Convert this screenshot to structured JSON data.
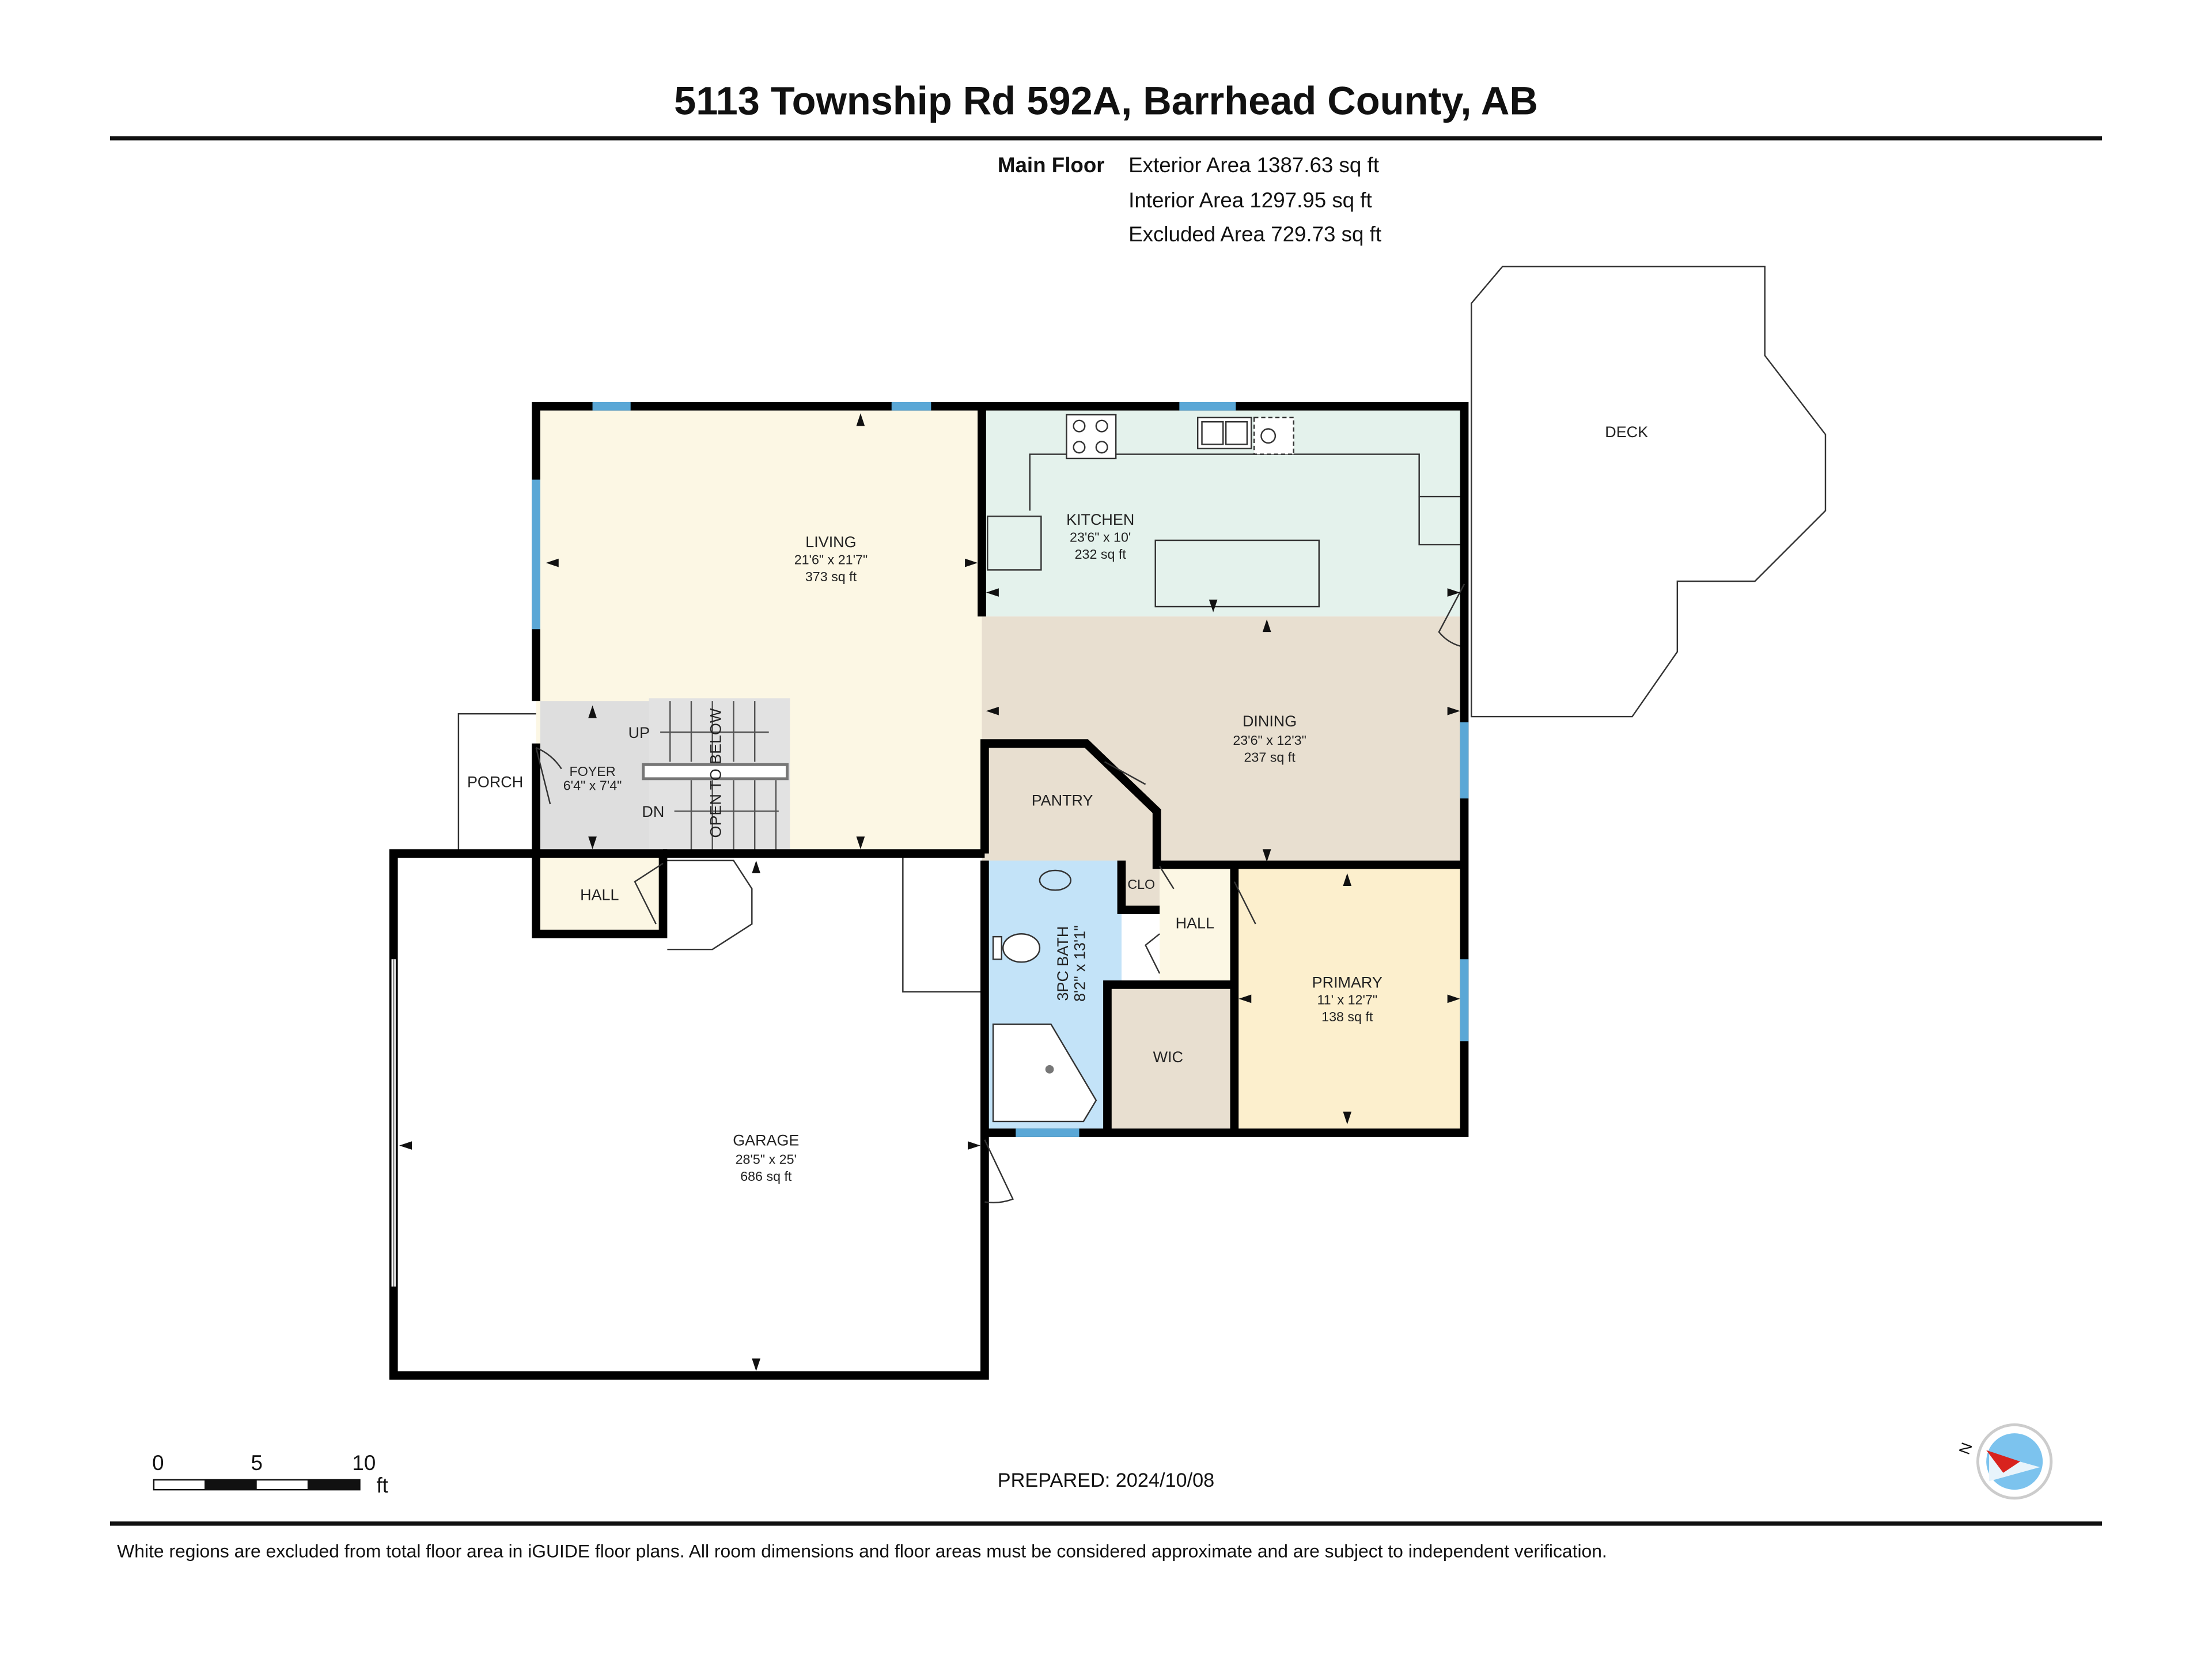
{
  "header": {
    "title": "5113 Township Rd 592A, Barrhead County, AB",
    "floor_label": "Main Floor",
    "exterior_area": "Exterior Area 1387.63 sq ft",
    "interior_area": "Interior Area 1297.95 sq ft",
    "excluded_area": "Excluded Area 729.73 sq ft"
  },
  "rooms": {
    "living": {
      "name": "LIVING",
      "dims": "21'6\" x 21'7\"",
      "area": "373 sq ft"
    },
    "kitchen": {
      "name": "KITCHEN",
      "dims": "23'6\" x 10'",
      "area": "232 sq ft"
    },
    "dining": {
      "name": "DINING",
      "dims": "23'6\" x 12'3\"",
      "area": "237 sq ft"
    },
    "foyer": {
      "name": "FOYER",
      "dims": "6'4\" x 7'4\""
    },
    "stairs": {
      "up": "UP",
      "down": "DN",
      "open": "OPEN TO BELOW"
    },
    "porch": {
      "name": "PORCH"
    },
    "pantry": {
      "name": "PANTRY"
    },
    "hall_left": {
      "name": "HALL"
    },
    "hall_right": {
      "name": "HALL"
    },
    "closet": {
      "name": "CLO"
    },
    "bath": {
      "name": "3PC BATH",
      "dims": "8'2\" x 13'1\""
    },
    "wic": {
      "name": "WIC"
    },
    "primary": {
      "name": "PRIMARY",
      "dims": "11' x 12'7\"",
      "area": "138 sq ft"
    },
    "garage": {
      "name": "GARAGE",
      "dims": "28'5\" x 25'",
      "area": "686 sq ft"
    },
    "deck": {
      "name": "DECK"
    }
  },
  "scale": {
    "t0": "0",
    "t5": "5",
    "t10": "10",
    "unit": "ft"
  },
  "prepared": "PREPARED: 2024/10/08",
  "compass": {
    "north": "N"
  },
  "footer": {
    "disclaimer": "White regions are excluded from total floor area in iGUIDE floor plans. All room dimensions and floor areas must be considered approximate and are subject to independent verification."
  },
  "colors": {
    "living": "#fcf7e4",
    "kitchen": "#e4f2ec",
    "dining": "#e8dfd0",
    "bath": "#c3e3f8",
    "primary": "#fcefcd",
    "foyer": "#dedede",
    "window": "#5aa7d6"
  }
}
